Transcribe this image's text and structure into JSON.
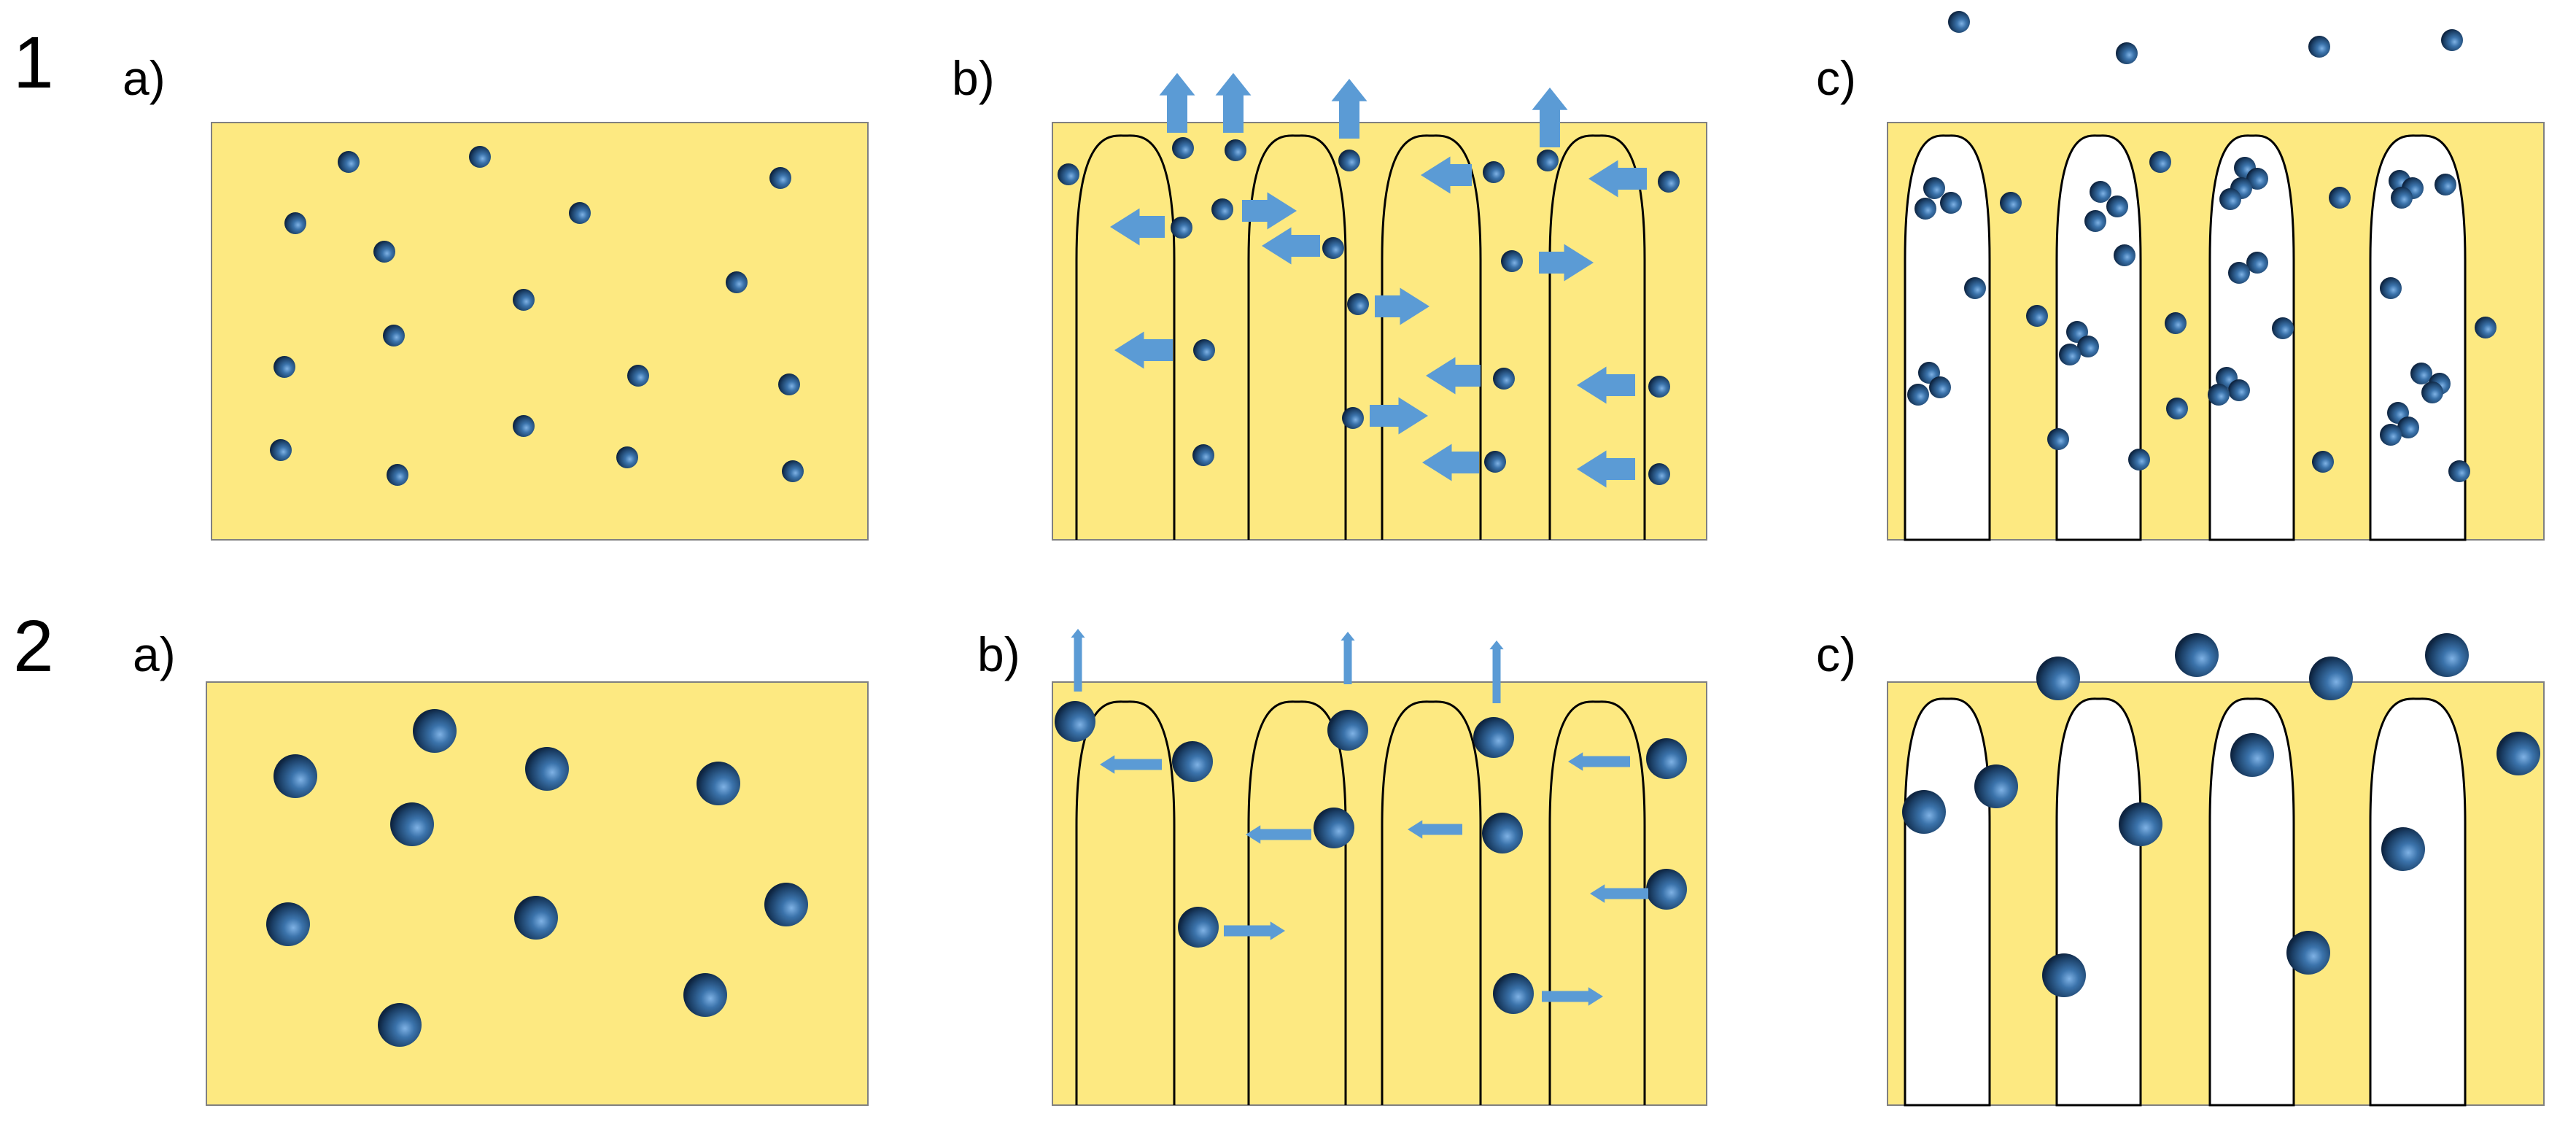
{
  "rows": [
    {
      "label": "1"
    },
    {
      "label": "2"
    }
  ],
  "panels": [
    {
      "label": "a)"
    },
    {
      "label": "b)"
    },
    {
      "label": "c)"
    },
    {
      "label": "a)"
    },
    {
      "label": "b)"
    },
    {
      "label": "c)"
    }
  ],
  "colors": {
    "matrix": "#fde981",
    "pore": "#ffffff",
    "particle": "#1f4e79",
    "particle_highlight": "#6fa8dc",
    "arrow": "#5b9bd5",
    "pore_outline": "#000000",
    "panel_border": "#808080"
  },
  "icons": {
    "particle": "sphere-particle-icon",
    "arrow": "block-arrow-icon"
  }
}
